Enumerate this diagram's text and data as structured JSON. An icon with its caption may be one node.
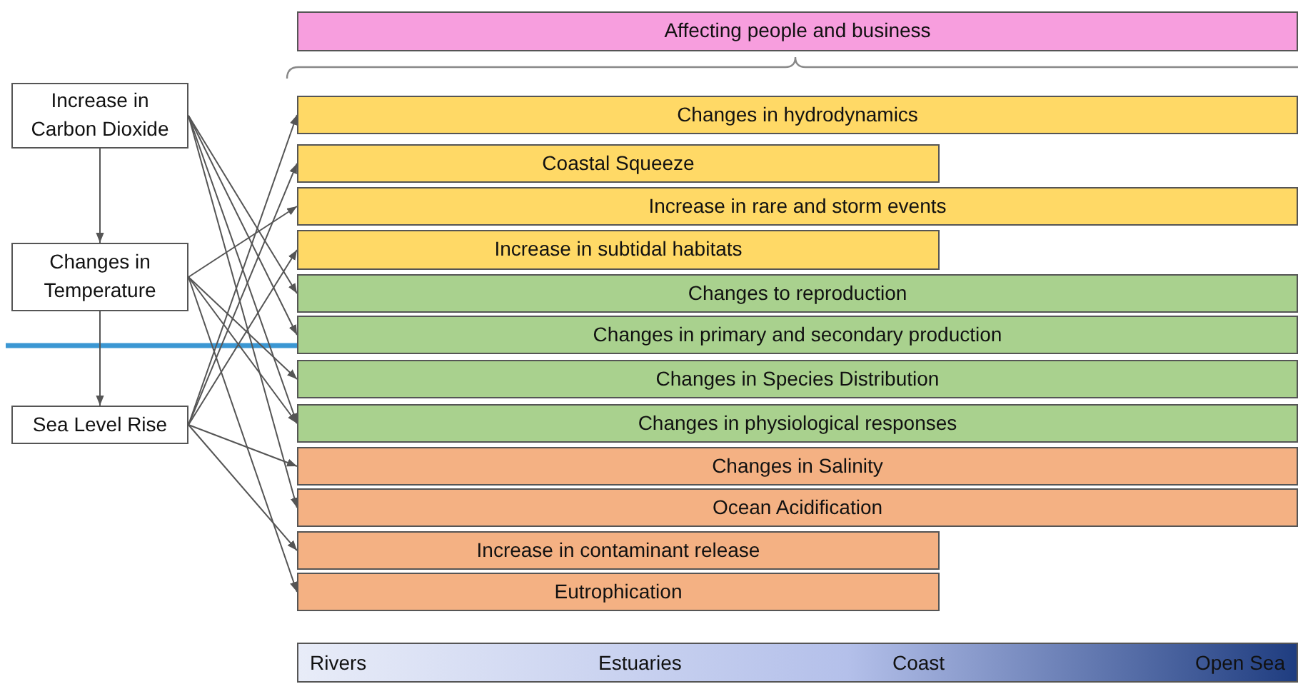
{
  "diagram": {
    "nodes": [
      {
        "text": [
          "Increase in Carbon Dioxide"
        ]
      },
      {
        "text": [
          "Changes in Temperature"
        ]
      },
      {
        "text": [
          "Sea Level Rise"
        ]
      },
      {
        "text": [
          "Affecting people and business"
        ]
      },
      {
        "text": [
          "Changes in hydrodynamics"
        ]
      },
      {
        "text": [
          "Coastal Squeeze"
        ]
      },
      {
        "text": [
          "Increase in rare and storm events"
        ]
      },
      {
        "text": [
          "Increase in subtidal habitats"
        ]
      },
      {
        "text": [
          "Changes to reproduction"
        ]
      },
      {
        "text": [
          "Changes in primary and secondary production"
        ]
      },
      {
        "text": [
          "Changes in Species Distribution"
        ]
      },
      {
        "text": [
          "Changes in physiological responses"
        ]
      },
      {
        "text": [
          "Changes in Salinity"
        ]
      },
      {
        "text": [
          "Ocean Acidification"
        ]
      },
      {
        "text": [
          "Increase in contaminant release"
        ]
      },
      {
        "text": [
          "Eutrophication"
        ]
      }
    ],
    "edges": [
      {
        "from": 0,
        "to": 1,
        "arrow": "to"
      },
      {
        "from": 1,
        "to": 2,
        "arrow": "to"
      },
      {
        "from": 0,
        "to": 8,
        "arrow": "to"
      },
      {
        "from": 0,
        "to": 9,
        "arrow": "to"
      },
      {
        "from": 0,
        "to": 11,
        "arrow": "to"
      },
      {
        "from": 0,
        "to": 13,
        "arrow": "to"
      },
      {
        "from": 1,
        "to": 6,
        "arrow": "to"
      },
      {
        "from": 1,
        "to": 10,
        "arrow": "to"
      },
      {
        "from": 1,
        "to": 11,
        "arrow": "to"
      },
      {
        "from": 1,
        "to": 15,
        "arrow": "to"
      },
      {
        "from": 2,
        "to": 4,
        "arrow": "to"
      },
      {
        "from": 2,
        "to": 5,
        "arrow": "to"
      },
      {
        "from": 2,
        "to": 7,
        "arrow": "to"
      },
      {
        "from": 2,
        "to": 12,
        "arrow": "to"
      },
      {
        "from": 2,
        "to": 14,
        "arrow": "to"
      }
    ],
    "labels": [
      "Rivers",
      "Estuaries",
      "Coast",
      "Open Sea"
    ]
  }
}
